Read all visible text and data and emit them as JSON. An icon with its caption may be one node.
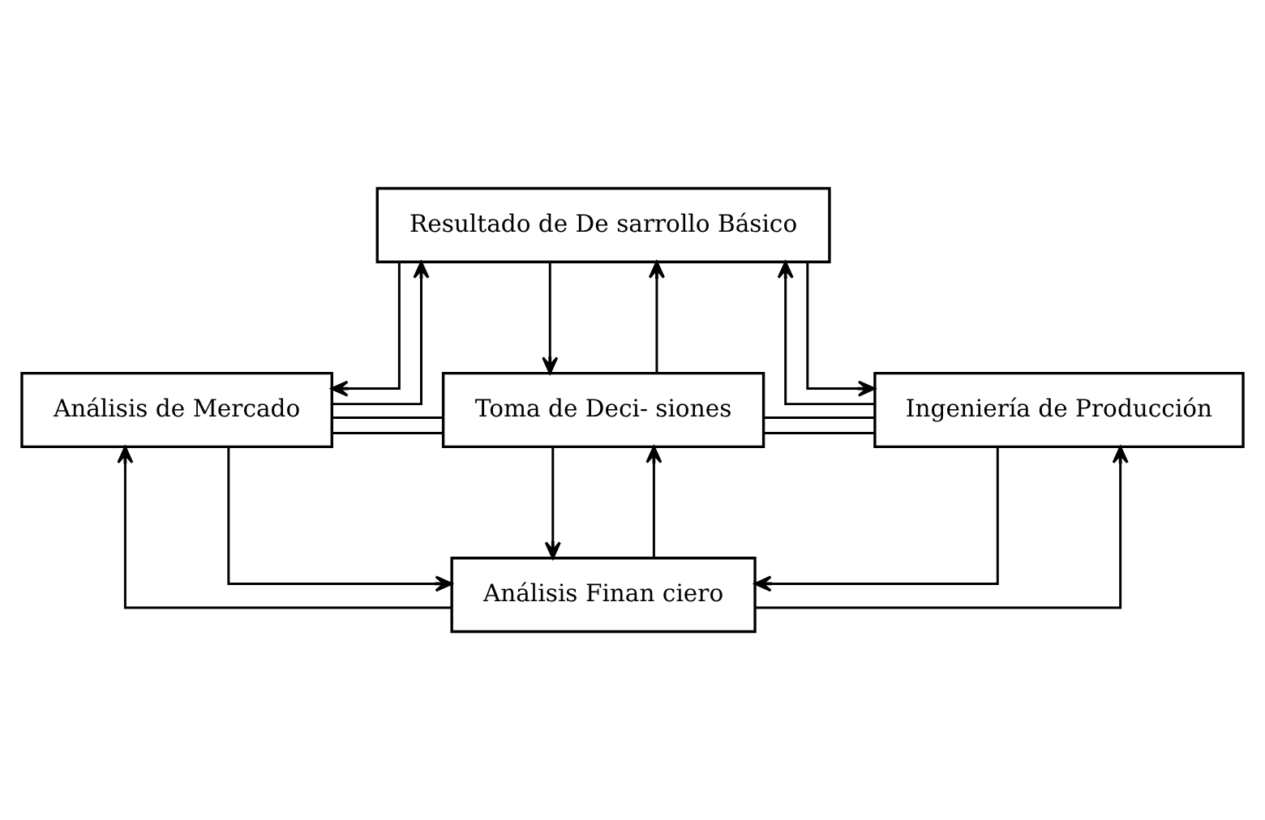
{
  "diagram": {
    "nodes": [
      {
        "text": [
          "Resultado de De sarrollo Básico"
        ]
      },
      {
        "text": [
          "Análisis de Mercado"
        ]
      },
      {
        "text": [
          "Toma de Deci- siones"
        ]
      },
      {
        "text": [
          "Ingeniería de Producción"
        ]
      },
      {
        "text": [
          "Análisis Finan ciero"
        ]
      }
    ],
    "edges": [
      {
        "from": 1,
        "to": 0,
        "arrow": "to"
      },
      {
        "from": 0,
        "to": 1,
        "arrow": "to"
      },
      {
        "from": 2,
        "to": 0,
        "arrow": "to"
      },
      {
        "from": 0,
        "to": 2,
        "arrow": "to"
      },
      {
        "from": 0,
        "to": 3,
        "arrow": "to"
      },
      {
        "from": 3,
        "to": 0,
        "arrow": "to"
      },
      {
        "from": 1,
        "to": 2,
        "arrow": "none"
      },
      {
        "from": 1,
        "to": 2,
        "arrow": "none"
      },
      {
        "from": 2,
        "to": 3,
        "arrow": "none"
      },
      {
        "from": 2,
        "to": 3,
        "arrow": "none"
      },
      {
        "from": 2,
        "to": 4,
        "arrow": "to"
      },
      {
        "from": 4,
        "to": 2,
        "arrow": "to"
      },
      {
        "from": 1,
        "to": 4,
        "arrow": "to"
      },
      {
        "from": 4,
        "to": 1,
        "arrow": "to"
      },
      {
        "from": 4,
        "to": 3,
        "arrow": "to"
      },
      {
        "from": 3,
        "to": 4,
        "arrow": "to"
      }
    ]
  }
}
